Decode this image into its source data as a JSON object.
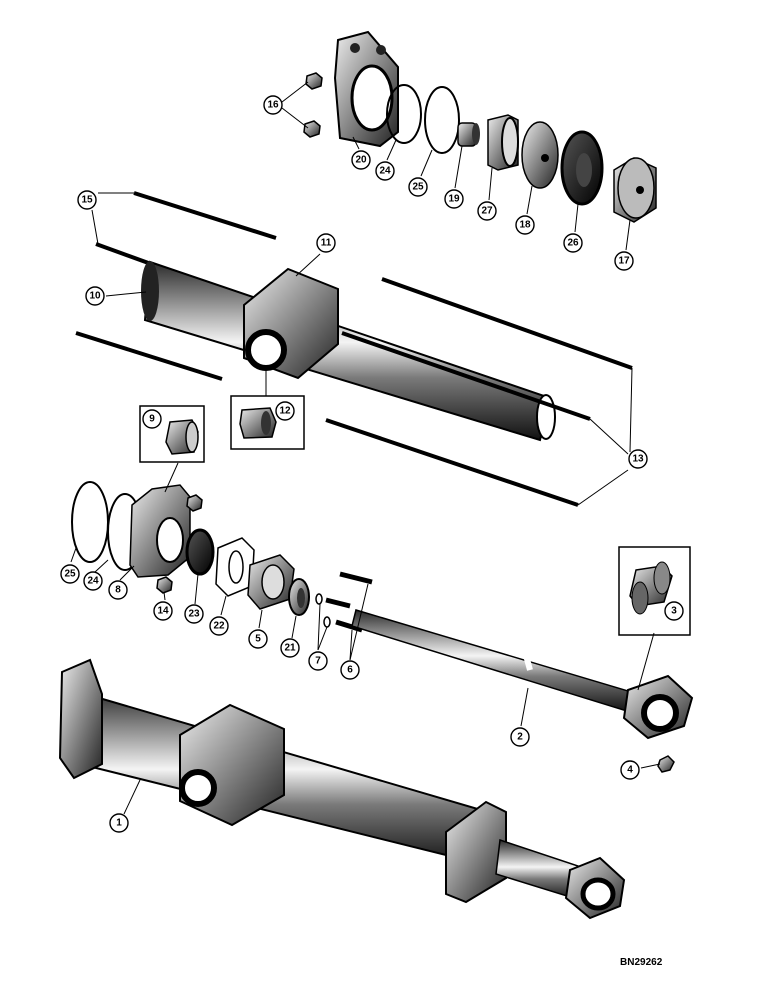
{
  "reference_code": "BN29262",
  "callouts": [
    {
      "id": "c16",
      "label": "16"
    },
    {
      "id": "c20",
      "label": "20"
    },
    {
      "id": "c24a",
      "label": "24"
    },
    {
      "id": "c25a",
      "label": "25"
    },
    {
      "id": "c19",
      "label": "19"
    },
    {
      "id": "c27",
      "label": "27"
    },
    {
      "id": "c18",
      "label": "18"
    },
    {
      "id": "c26",
      "label": "26"
    },
    {
      "id": "c17",
      "label": "17"
    },
    {
      "id": "c15",
      "label": "15"
    },
    {
      "id": "c11",
      "label": "11"
    },
    {
      "id": "c10",
      "label": "10"
    },
    {
      "id": "c12",
      "label": "12"
    },
    {
      "id": "c9",
      "label": "9"
    },
    {
      "id": "c13",
      "label": "13"
    },
    {
      "id": "c25b",
      "label": "25"
    },
    {
      "id": "c24b",
      "label": "24"
    },
    {
      "id": "c8",
      "label": "8"
    },
    {
      "id": "c14",
      "label": "14"
    },
    {
      "id": "c23",
      "label": "23"
    },
    {
      "id": "c22",
      "label": "22"
    },
    {
      "id": "c5",
      "label": "5"
    },
    {
      "id": "c21",
      "label": "21"
    },
    {
      "id": "c7",
      "label": "7"
    },
    {
      "id": "c6",
      "label": "6"
    },
    {
      "id": "c3",
      "label": "3"
    },
    {
      "id": "c2",
      "label": "2"
    },
    {
      "id": "c4",
      "label": "4"
    },
    {
      "id": "c1",
      "label": "1"
    }
  ]
}
